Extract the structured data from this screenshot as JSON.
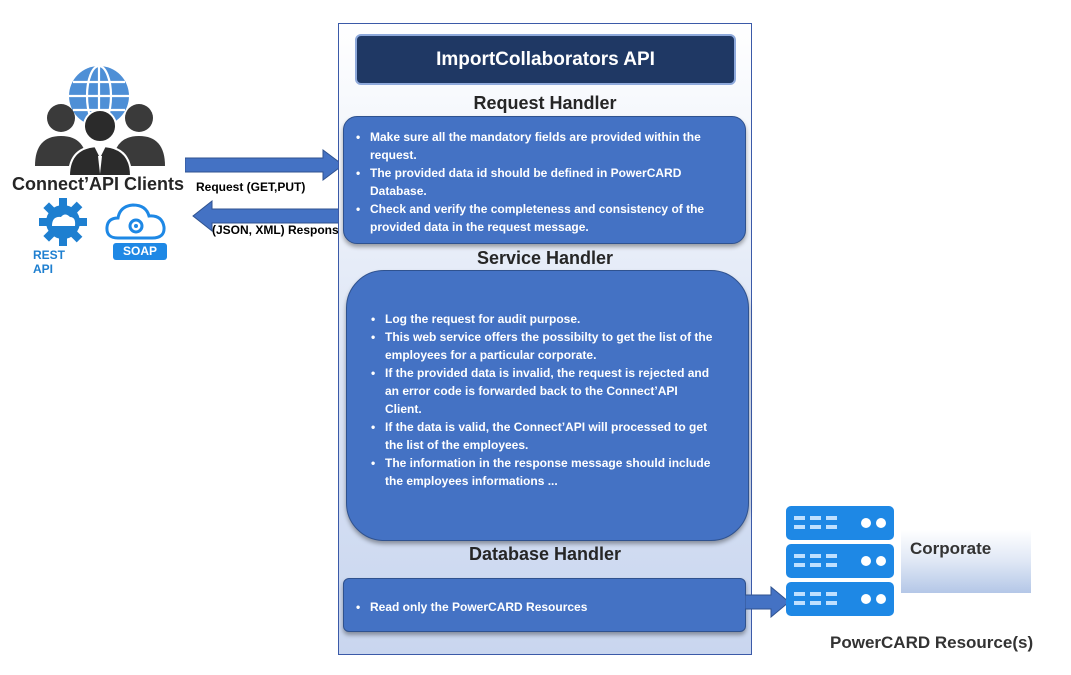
{
  "api_title": "ImportCollaborators API",
  "request_handler": {
    "title": "Request Handler",
    "items": [
      "Make sure all the mandatory fields are provided within the request.",
      "The provided data id should be defined in PowerCARD Database.",
      "Check and verify the completeness and consistency of the provided data in the request message."
    ]
  },
  "service_handler": {
    "title": "Service Handler",
    "items": [
      "Log the request for audit purpose.",
      "This web service offers the possibilty to get the list of the employees for a particular  corporate.",
      "If the provided data is invalid, the request is rejected and an error code is forwarded back to the Connect’API Client.",
      "If the data is  valid, the Connect’API will processed to get the list of the employees.",
      "The information in the response message should include the employees informations ..."
    ]
  },
  "database_handler": {
    "title": "Database Handler",
    "items": [
      "Read only the PowerCARD Resources"
    ]
  },
  "clients": {
    "title": "Connect’API Clients",
    "rest_label": "REST API",
    "soap_label": "SOAP"
  },
  "arrows": {
    "request_label": "Request (GET,PUT)",
    "response_label": "(JSON, XML) Response"
  },
  "resources": {
    "corporate_label": "Corporate",
    "title": "PowerCARD Resource(s)"
  },
  "colors": {
    "box_blue": "#4472c4",
    "title_navy": "#1f3864",
    "icon_dark": "#3a3a3a",
    "globe_blue": "#4e8fd6",
    "server_blue": "#1e88e5"
  }
}
